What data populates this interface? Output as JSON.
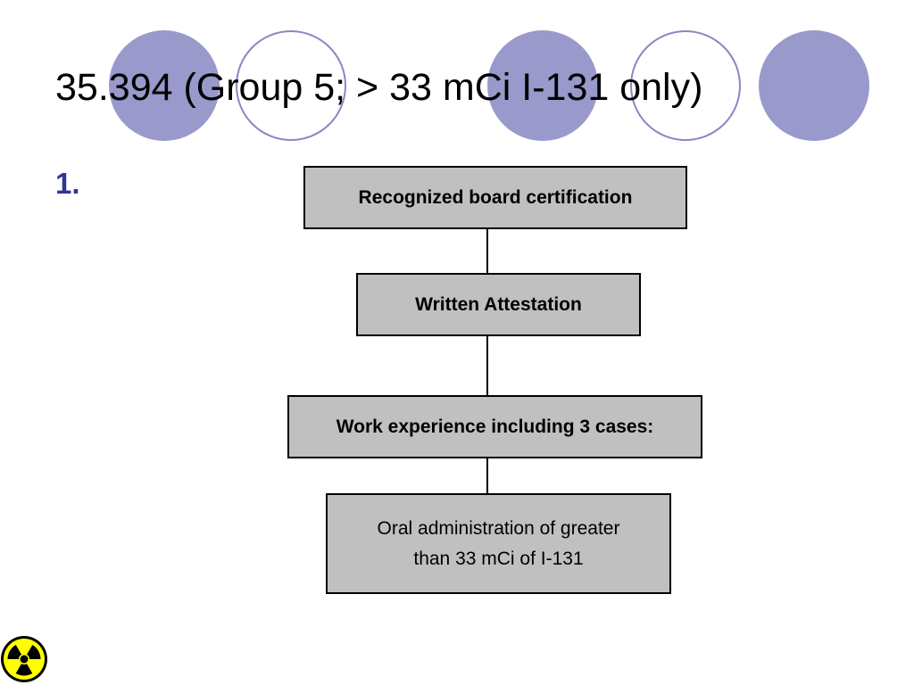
{
  "slide": {
    "title": "35.394 (Group 5; > 33 mCi I-131 only)",
    "bullet_number": "1."
  },
  "flowchart": {
    "steps": [
      {
        "label": "Recognized board certification"
      },
      {
        "label": "Written Attestation"
      },
      {
        "label": "Work experience including 3 cases:"
      },
      {
        "line1": "Oral administration of greater",
        "line2": "than 33 mCi of I-131"
      }
    ]
  },
  "colors": {
    "accent_circle": "#9999cc",
    "box_fill": "#c0c0c0",
    "bullet_color": "#333399",
    "hazard_yellow": "#ffff00"
  },
  "icons": {
    "corner": "radiation-hazard-icon"
  }
}
